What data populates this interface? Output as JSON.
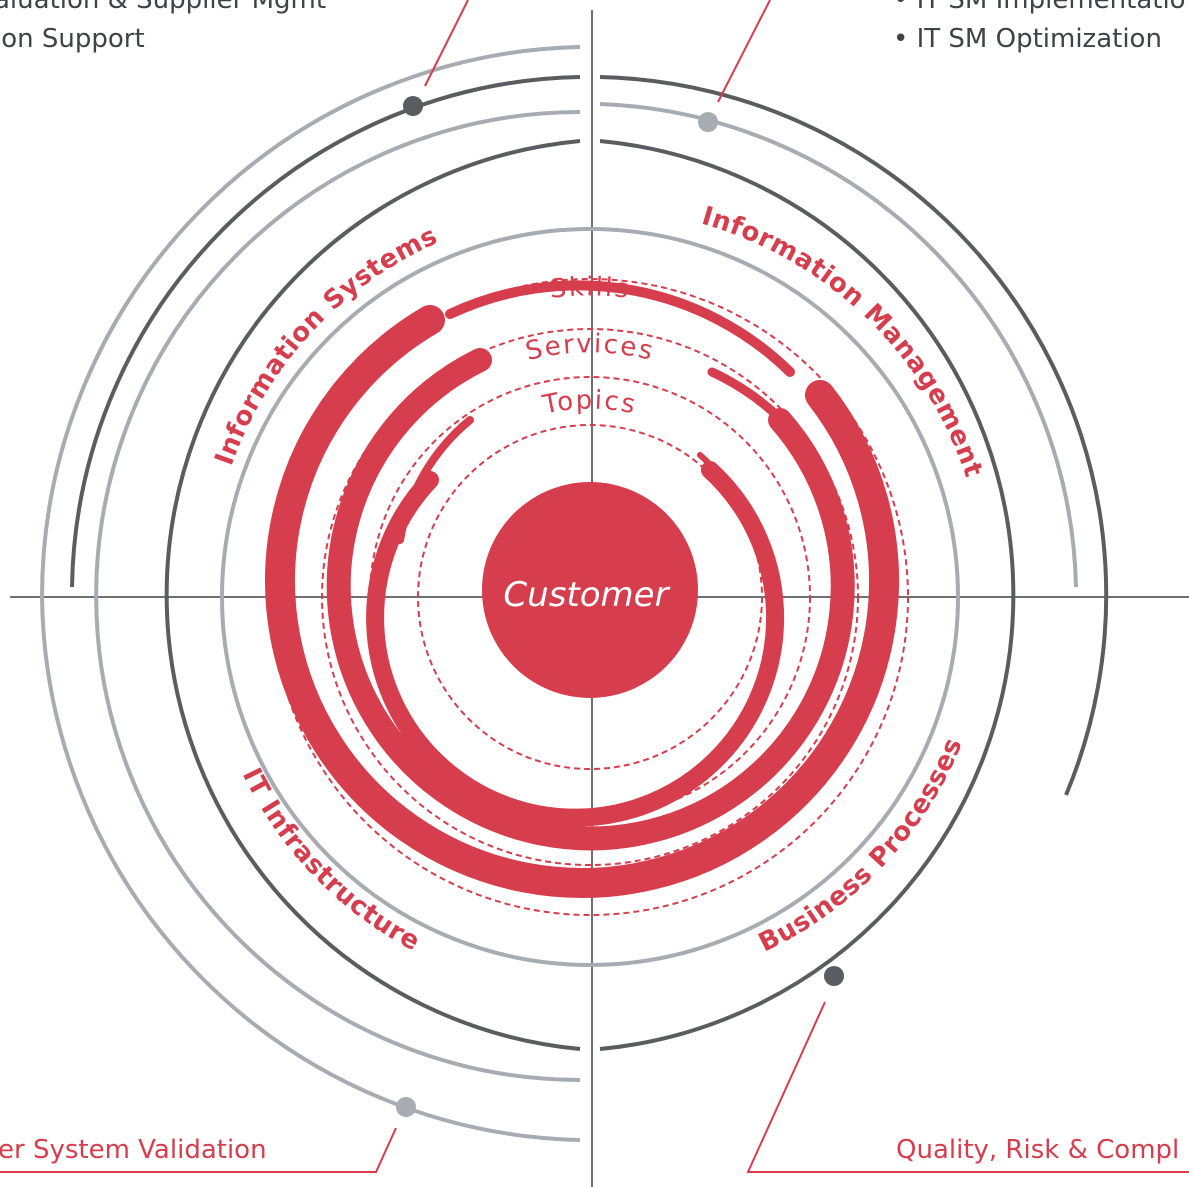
{
  "colors": {
    "accent_red": "#d63d4d",
    "dark_ring": "#5a5c60",
    "light_ring": "#a7acb2",
    "text_gray": "#3f4247"
  },
  "corners": {
    "top_left_line1": "aluation & Supplier Mgmt",
    "top_left_line2": "ion Support",
    "top_right_line1": "• IT SM Implementatio",
    "top_right_line2": "• IT SM Optimization",
    "bottom_left": "er System Validation",
    "bottom_right": "Quality, Risk & Compl"
  },
  "quadrants": {
    "top_left": "Information Systems",
    "top_right": "Information Management",
    "bottom_left": "IT Infrastructure",
    "bottom_right": "Business Processes"
  },
  "rings": {
    "outer": "Skills",
    "middle": "Services",
    "inner": "Topics"
  },
  "center": {
    "label": "Customer"
  }
}
